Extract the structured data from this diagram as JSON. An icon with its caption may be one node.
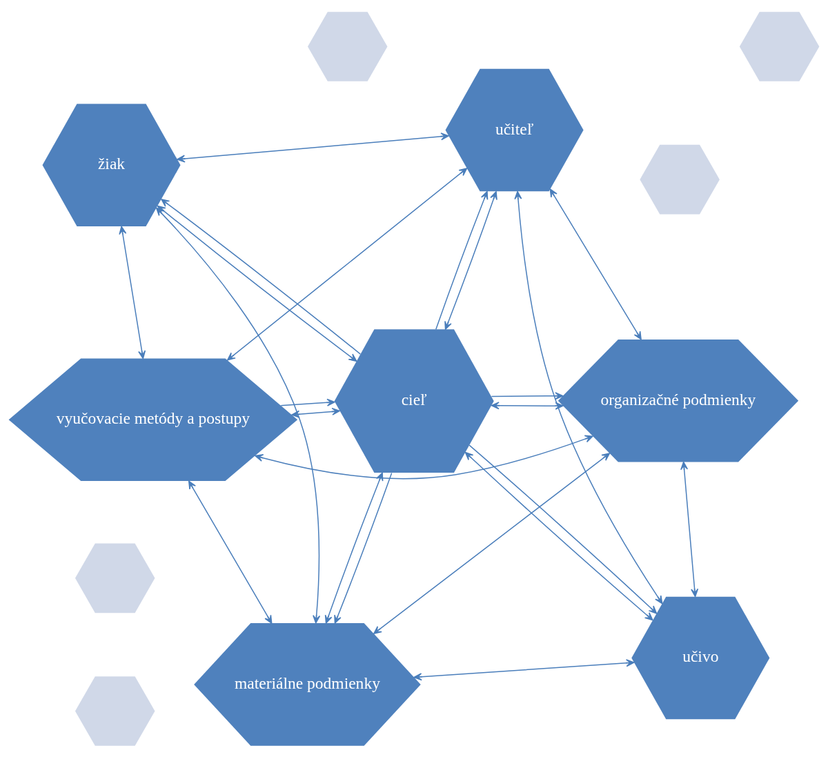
{
  "diagram": {
    "nodes": [
      {
        "text": [
          "učivo"
        ]
      },
      {
        "text": [
          "organizačné podmienky"
        ]
      },
      {
        "text": [
          "materiálne podmienky"
        ]
      },
      {
        "text": [
          "cieľ"
        ]
      },
      {
        "text": [
          "učiteľ"
        ]
      },
      {
        "text": [
          "žiak"
        ]
      },
      {
        "text": [
          "vyučovacie metódy a postupy"
        ]
      },
      {
        "text": [],
        "shape": "hexagon"
      },
      {
        "text": [],
        "shape": "hexagon"
      },
      {
        "text": [],
        "shape": "hexagon"
      },
      {
        "text": [],
        "shape": "hexagon"
      },
      {
        "text": [],
        "shape": "hexagon"
      }
    ],
    "edges": [
      {
        "from": 1,
        "to": 0,
        "arrow": "both"
      },
      {
        "from": 0,
        "to": 2,
        "arrow": "both"
      },
      {
        "from": 1,
        "to": 2,
        "arrow": "both"
      },
      {
        "from": 0,
        "to": 3,
        "arrow": "both"
      },
      {
        "from": 3,
        "to": 0,
        "arrow": "to"
      },
      {
        "from": 3,
        "to": 1,
        "arrow": "to"
      },
      {
        "from": 1,
        "to": 3,
        "arrow": "both"
      },
      {
        "from": 0,
        "to": 4,
        "arrow": "both"
      },
      {
        "from": 3,
        "to": 2,
        "arrow": "to"
      },
      {
        "from": 3,
        "to": 2,
        "arrow": "both"
      },
      {
        "from": 1,
        "to": 6,
        "arrow": "both"
      },
      {
        "from": 4,
        "to": 3,
        "arrow": "both"
      },
      {
        "from": 3,
        "to": 4,
        "arrow": "to"
      },
      {
        "from": 4,
        "to": 5,
        "arrow": "both"
      },
      {
        "from": 3,
        "to": 6,
        "arrow": "both"
      },
      {
        "from": 6,
        "to": 3,
        "arrow": "to"
      },
      {
        "from": 4,
        "to": 6,
        "arrow": "both"
      },
      {
        "from": 1,
        "to": 4,
        "arrow": "both"
      },
      {
        "from": 2,
        "to": 5,
        "arrow": "both"
      },
      {
        "from": 3,
        "to": 5,
        "arrow": "both"
      },
      {
        "from": 3,
        "to": 5,
        "arrow": "to"
      },
      {
        "from": 6,
        "to": 2,
        "arrow": "both"
      },
      {
        "from": 6,
        "to": 5,
        "arrow": "both"
      }
    ]
  }
}
